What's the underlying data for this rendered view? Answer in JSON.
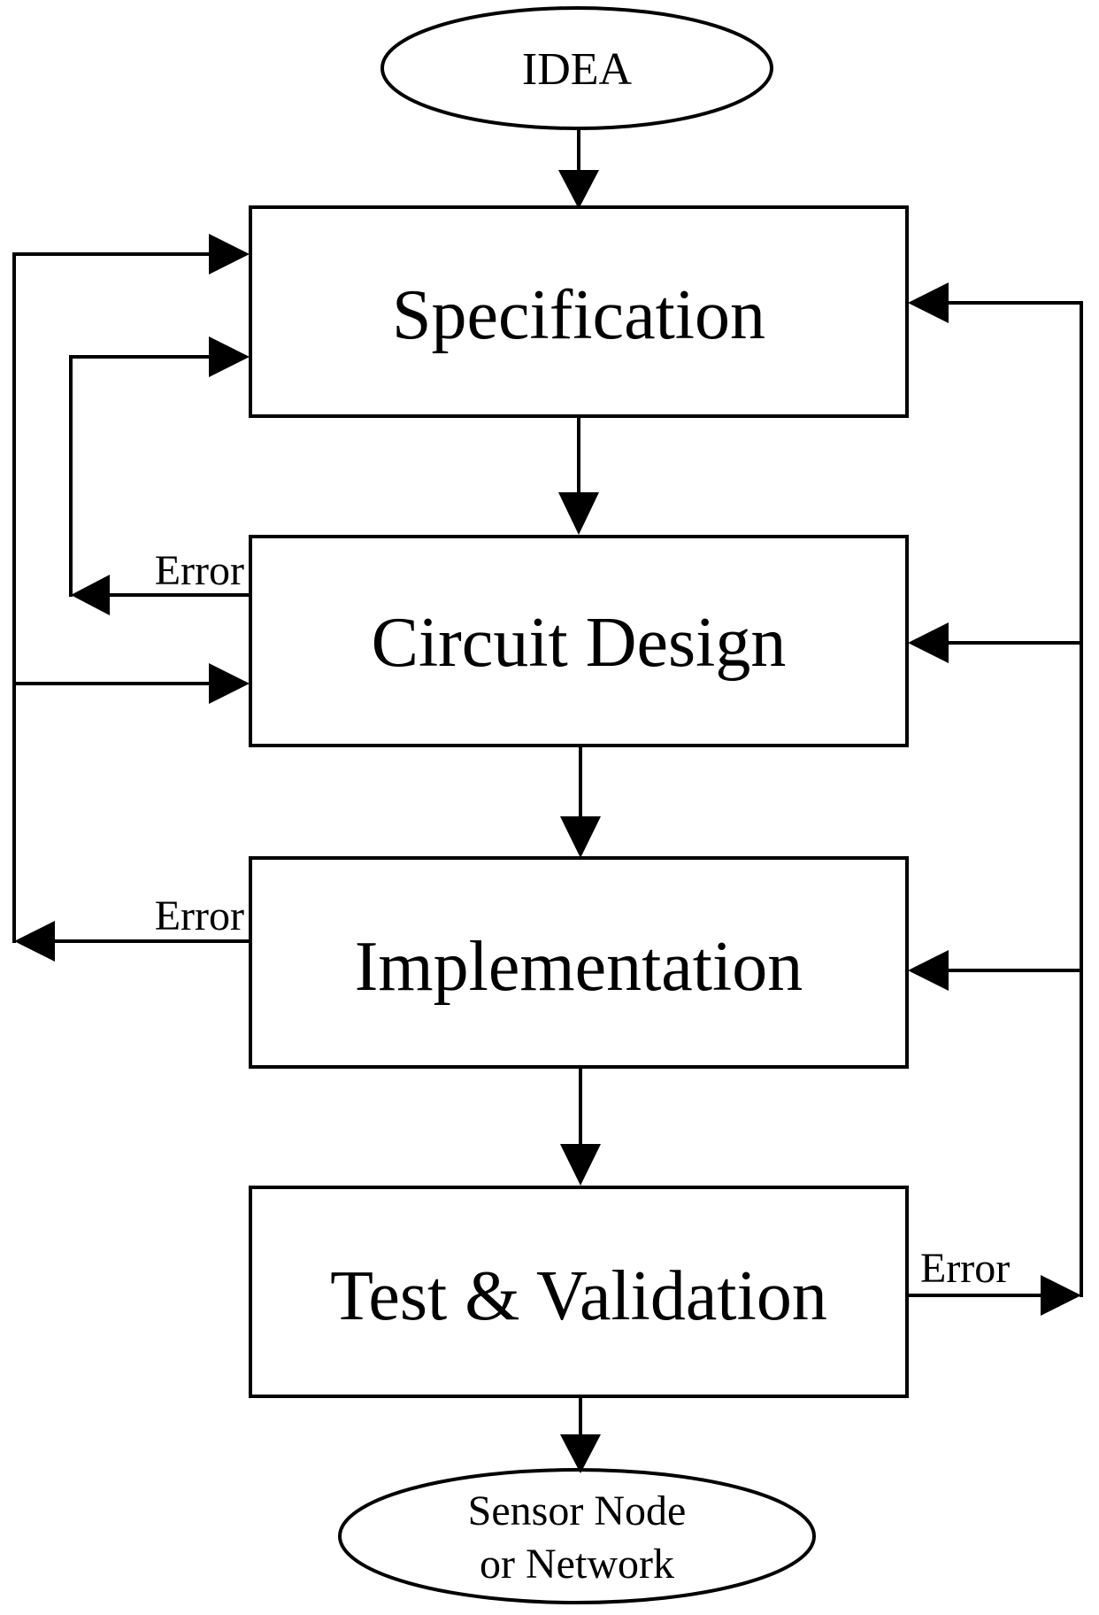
{
  "diagram": {
    "start": {
      "label": "IDEA"
    },
    "stages": [
      {
        "label": "Specification"
      },
      {
        "label": "Circuit Design"
      },
      {
        "label": "Implementation"
      },
      {
        "label": "Test & Validation"
      }
    ],
    "end": {
      "line1": "Sensor Node",
      "line2": "or Network"
    },
    "error_labels": {
      "circuit_design": "Error",
      "implementation": "Error",
      "test_validation": "Error"
    }
  }
}
